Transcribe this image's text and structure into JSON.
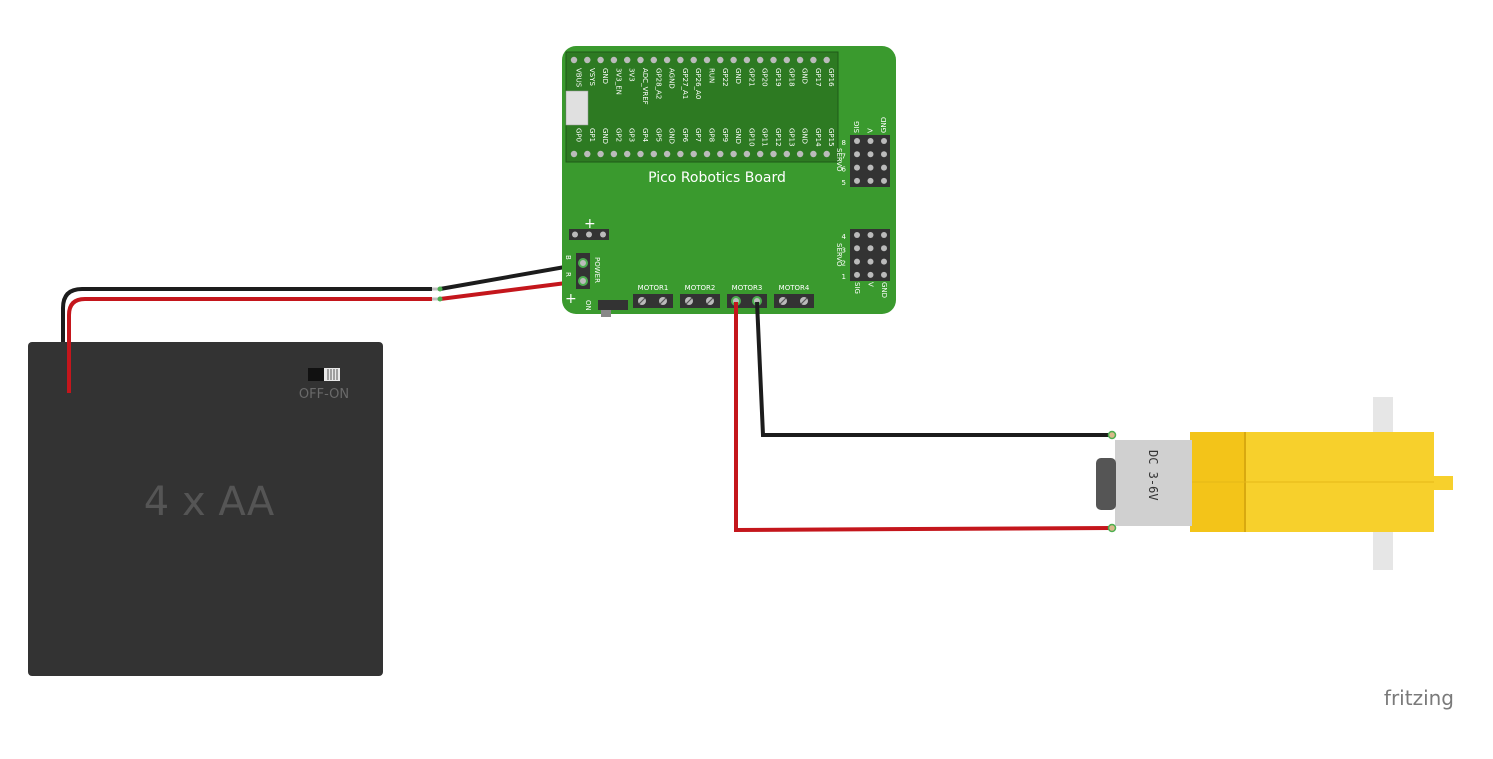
{
  "board": {
    "title": "Pico Robotics Board",
    "top_pins": [
      "VBUS",
      "VSYS",
      "GND",
      "3V3_EN",
      "3V3",
      "ADC_VREF",
      "GP28_A2",
      "AGND",
      "GP27_A1",
      "GP26_A0",
      "RUN",
      "GP22",
      "GND",
      "GP21",
      "GP20",
      "GP19",
      "GP18",
      "GND",
      "GP17",
      "GP16"
    ],
    "bottom_pins": [
      "GP0",
      "GP1",
      "GND",
      "GP2",
      "GP3",
      "GP4",
      "GP5",
      "GND",
      "GP6",
      "GP7",
      "GP8",
      "GP9",
      "GND",
      "GP10",
      "GP11",
      "GP12",
      "GP13",
      "GND",
      "GP14",
      "GP15"
    ],
    "motors": [
      "MOTOR1",
      "MOTOR2",
      "MOTOR3",
      "MOTOR4"
    ],
    "power_label": "POWER",
    "on_label": "ON",
    "plus": "+",
    "b_label": "B",
    "r_label": "R",
    "servo_label": "SERVO",
    "servo_top_numbers": [
      "8",
      "7",
      "6",
      "5"
    ],
    "servo_bottom_numbers": [
      "4",
      "3",
      "2",
      "1"
    ],
    "servo_cols": [
      "SIG",
      "V",
      "GND"
    ],
    "color": "#3a9a2e"
  },
  "battery": {
    "label": "4 x AA",
    "switch_label": "OFF-ON",
    "color": "#333333"
  },
  "motor": {
    "label": "DC 3-6V",
    "body_color": "#f7d02c"
  },
  "wires": {
    "black": "#1c1c1c",
    "red": "#c4161c"
  },
  "brand": "fritzing"
}
